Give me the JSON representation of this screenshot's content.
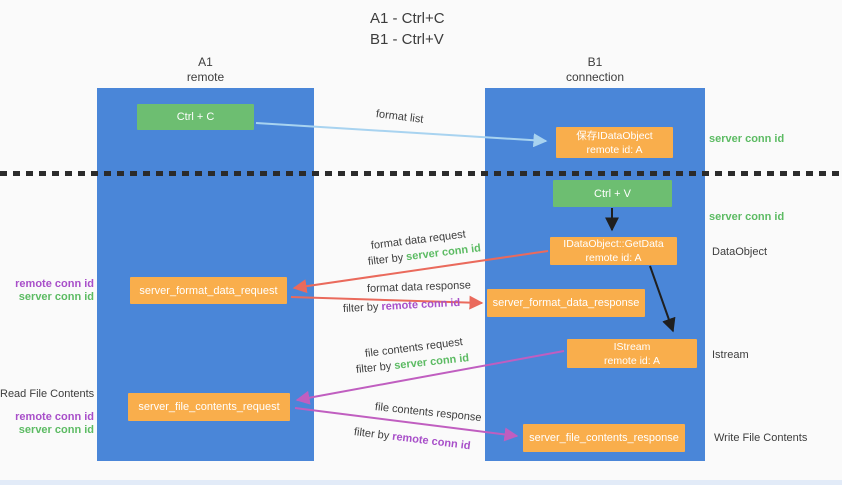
{
  "title": {
    "line1": "A1 - Ctrl+C",
    "line2": "B1 - Ctrl+V"
  },
  "lanes": {
    "a": {
      "name": "A1",
      "subtitle": "remote"
    },
    "b": {
      "name": "B1",
      "subtitle": "connection"
    }
  },
  "boxes": {
    "ctrl_c": {
      "label": "Ctrl + C"
    },
    "save_idataobject": {
      "line1": "保存IDataObject",
      "line2": "remote id: A"
    },
    "ctrl_v": {
      "label": "Ctrl + V"
    },
    "getdata": {
      "line1": "IDataObject::GetData",
      "line2": "remote id: A"
    },
    "format_request": {
      "label": "server_format_data_request"
    },
    "format_response": {
      "label": "server_format_data_response"
    },
    "istream": {
      "line1": "IStream",
      "line2": "remote id: A"
    },
    "file_request": {
      "label": "server_file_contents_request"
    },
    "file_response": {
      "label": "server_file_contents_response"
    }
  },
  "annotations": {
    "format_list": "format list",
    "format_data_request": "format data request",
    "format_data_response": "format data response",
    "file_contents_request": "file contents request",
    "file_contents_response": "file contents response",
    "filter_by": "filter by",
    "server_conn_id": "server conn id",
    "remote_conn_id": "remote conn id"
  },
  "side_labels": {
    "server_conn_id_top": "server conn id",
    "server_conn_id_mid": "server conn id",
    "dataobject": "DataObject",
    "istream": "Istream",
    "write_file_contents": "Write File Contents",
    "remote_conn_id_left1": "remote conn id",
    "server_conn_id_left1": "server conn id",
    "read_file_contents": "Read File Contents",
    "remote_conn_id_left2": "remote conn id",
    "server_conn_id_left2": "server conn id"
  },
  "colors": {
    "lane_blue": "#4a86d8",
    "box_orange": "#f9ae4c",
    "box_green": "#6dbe71",
    "arrow_light_blue": "#a8d3f0",
    "arrow_red": "#ea6a5c",
    "arrow_magenta": "#c05ec0",
    "arrow_black": "#1f1f1f",
    "text_green": "#5cbb63",
    "text_purple": "#a84fc9",
    "text_dark": "#3d3d3d",
    "divider": "#2b2b2b",
    "background": "#fafafa"
  }
}
